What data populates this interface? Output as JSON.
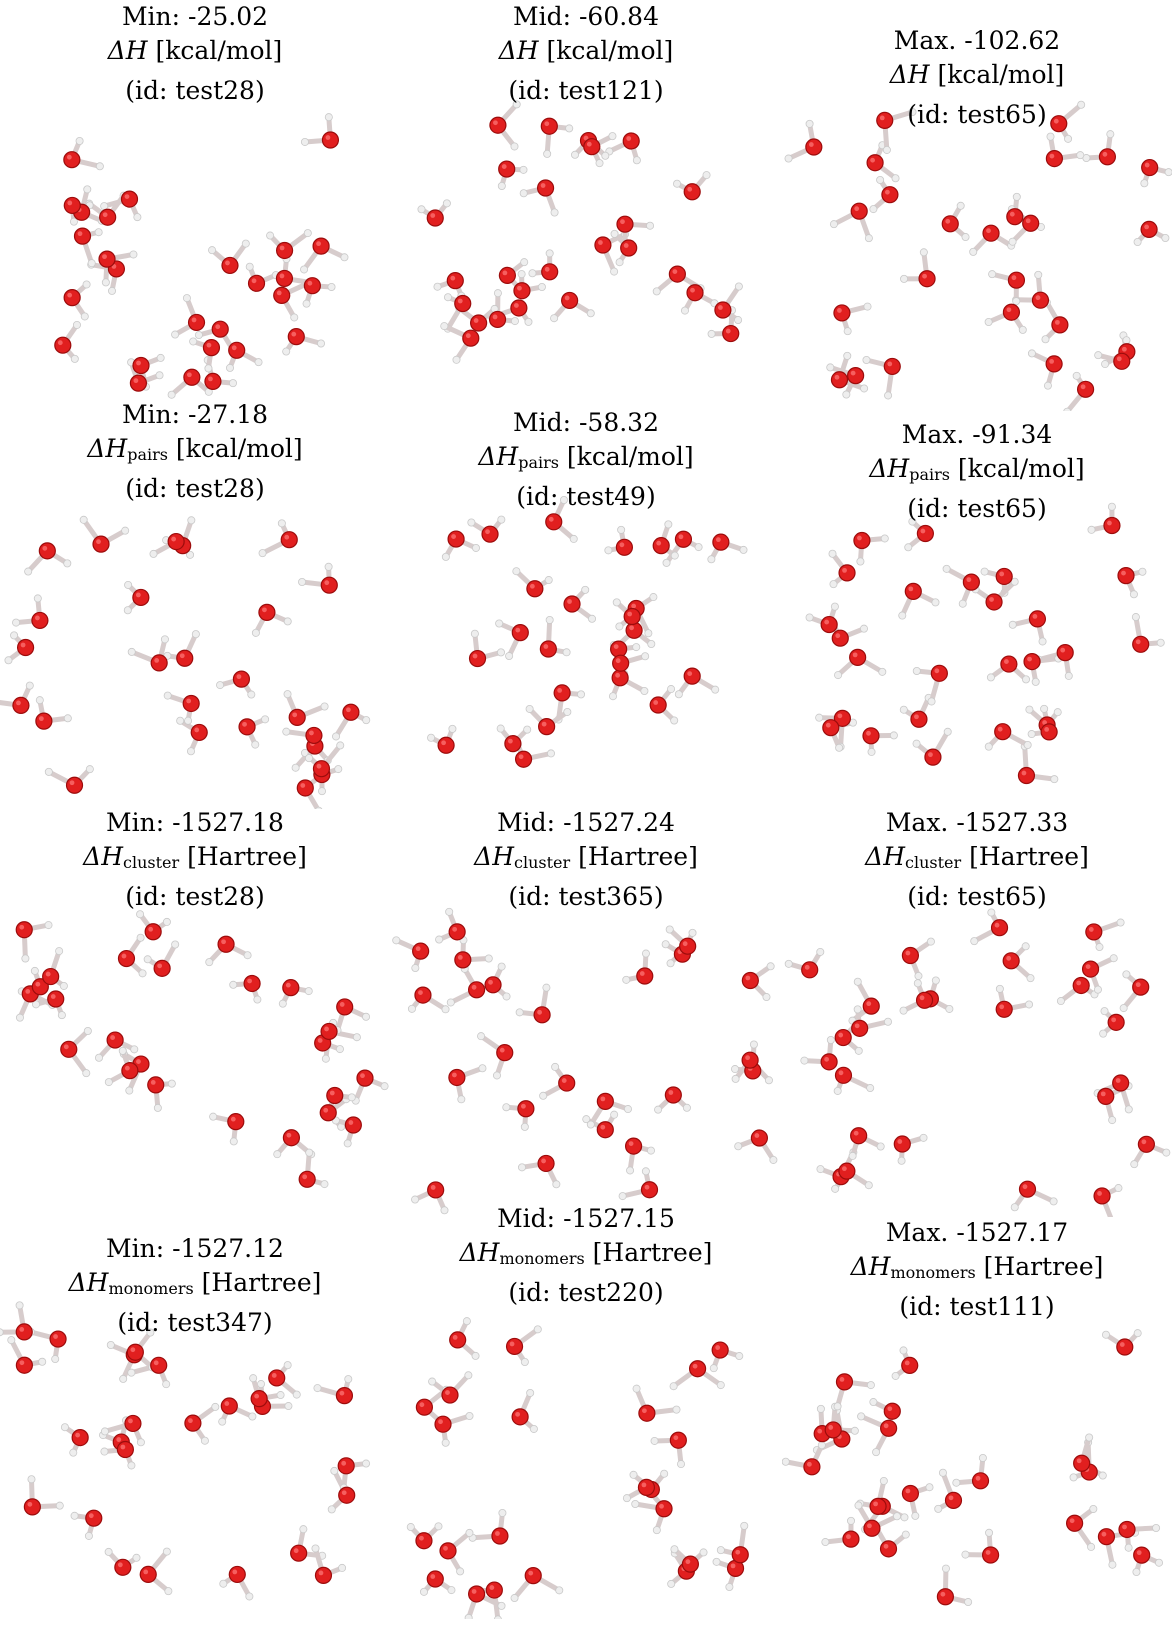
{
  "colors": {
    "oxygen": "#e11f1f",
    "oxygen_dark": "#9c0c0c",
    "hydrogen": "#eeeeee",
    "bond": "#d7cccc"
  },
  "panels": [
    {
      "kind": "Min:",
      "value": "-25.02",
      "quantity": "ΔH",
      "sub": "",
      "unit": "[kcal/mol]",
      "id": "(id: test28)"
    },
    {
      "kind": "Mid:",
      "value": "-60.84",
      "quantity": "ΔH",
      "sub": "",
      "unit": "[kcal/mol]",
      "id": "(id: test121)"
    },
    {
      "kind": "Max.",
      "value": "-102.62",
      "quantity": "ΔH",
      "sub": "",
      "unit": "[kcal/mol]",
      "id": "(id: test65)"
    },
    {
      "kind": "Min:",
      "value": "-27.18",
      "quantity": "ΔH",
      "sub": "pairs",
      "unit": "[kcal/mol]",
      "id": "(id: test28)"
    },
    {
      "kind": "Mid:",
      "value": "-58.32",
      "quantity": "ΔH",
      "sub": "pairs",
      "unit": "[kcal/mol]",
      "id": "(id: test49)"
    },
    {
      "kind": "Max.",
      "value": "-91.34",
      "quantity": "ΔH",
      "sub": "pairs",
      "unit": "[kcal/mol]",
      "id": "(id: test65)"
    },
    {
      "kind": "Min:",
      "value": "-1527.18",
      "quantity": "ΔH",
      "sub": "cluster",
      "unit": "[Hartree]",
      "id": "(id: test28)"
    },
    {
      "kind": "Mid:",
      "value": "-1527.24",
      "quantity": "ΔH",
      "sub": "cluster",
      "unit": "[Hartree]",
      "id": "(id: test365)"
    },
    {
      "kind": "Max.",
      "value": "-1527.33",
      "quantity": "ΔH",
      "sub": "cluster",
      "unit": "[Hartree]",
      "id": "(id: test65)"
    },
    {
      "kind": "Min:",
      "value": "-1527.12",
      "quantity": "ΔH",
      "sub": "monomers",
      "unit": "[Hartree]",
      "id": "(id: test347)"
    },
    {
      "kind": "Mid:",
      "value": "-1527.15",
      "quantity": "ΔH",
      "sub": "monomers",
      "unit": "[Hartree]",
      "id": "(id: test220)"
    },
    {
      "kind": "Max.",
      "value": "-1527.17",
      "quantity": "ΔH",
      "sub": "monomers",
      "unit": "[Hartree]",
      "id": "(id: test111)"
    }
  ]
}
